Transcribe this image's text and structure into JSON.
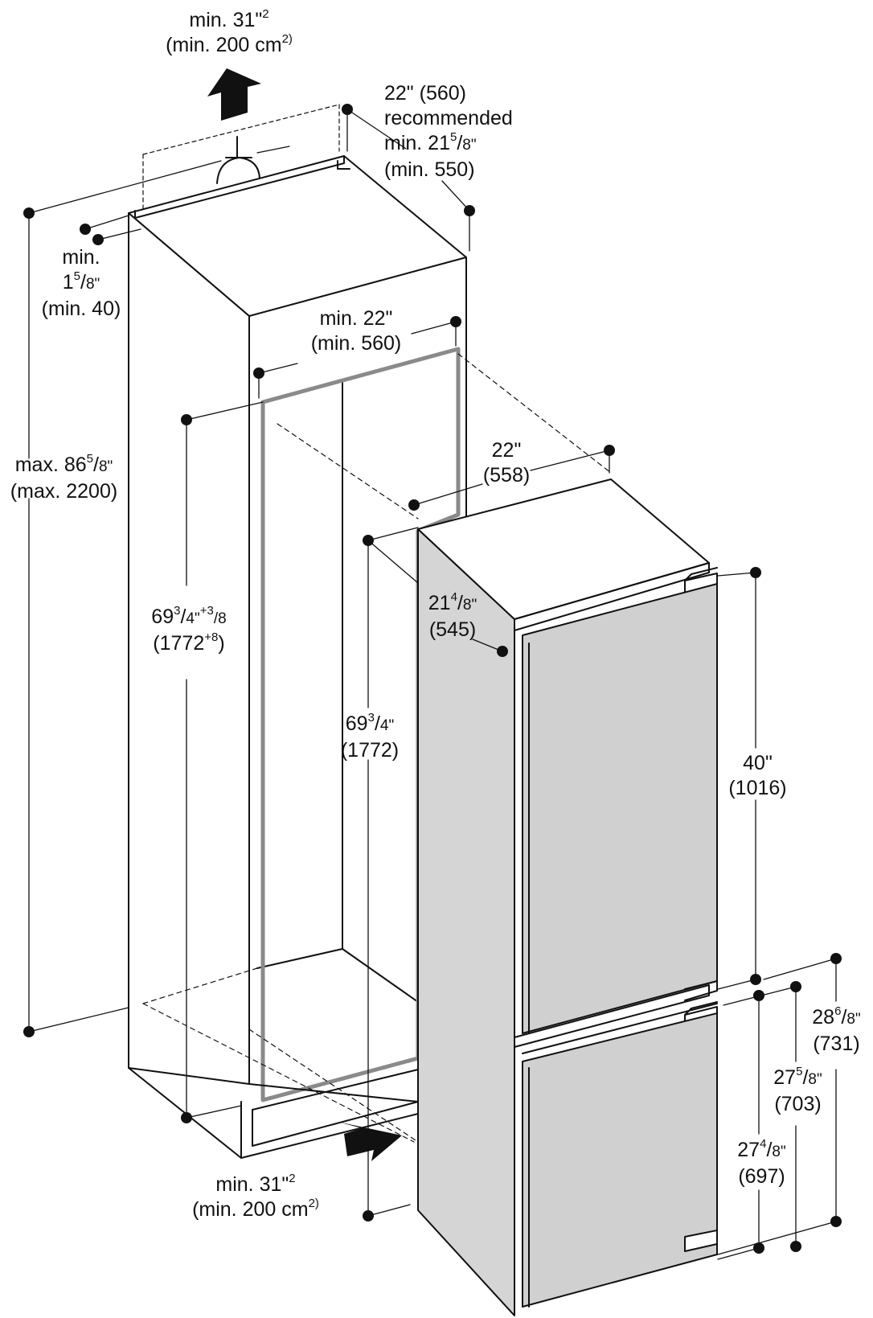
{
  "diagram": {
    "colors": {
      "line": "#111111",
      "panel": "#cfcfcf",
      "panel_side": "#d5d5d5",
      "opening_frame": "#8a8a8a",
      "arrow": "#111111"
    },
    "labels": {
      "vent_top": {
        "l1": "min. 31\"",
        "l1_sup": "2",
        "l2": "(min. 200 cm",
        "l2_sup": "2)"
      },
      "depth_niche": {
        "l1": "22\" (560)",
        "l2": "recommended",
        "l3_pre": "min. 21",
        "l3_num": "5",
        "l3_mid": "/",
        "l3_den": "8\"",
        "l4": "(min. 550)"
      },
      "gap_top": {
        "l1": "min.",
        "l2_pre": "1",
        "l2_num": "5",
        "l2_mid": "/",
        "l2_den": "8\"",
        "l3": "(min. 40)"
      },
      "max_height": {
        "l1_pre": "max. 86",
        "l1_num": "5",
        "l1_mid": "/",
        "l1_den": "8\"",
        "l2": "(max. 2200)"
      },
      "niche_width": {
        "l1": "min. 22\"",
        "l2": "(min. 560)"
      },
      "niche_height": {
        "l1_pre": "69",
        "l1_num": "3",
        "l1_mid": "/",
        "l1_den": "4\"",
        "l1_tol": "+3",
        "l1_tol2": "/8",
        "l2_pre": "(1772",
        "l2_sup": "+8",
        "l2_post": ")"
      },
      "appliance_width": {
        "l1": "22\"",
        "l2": "(558)"
      },
      "appliance_depth": {
        "l1_pre": "21",
        "l1_num": "4",
        "l1_mid": "/",
        "l1_den": "8\"",
        "l2": "(545)"
      },
      "appliance_height": {
        "l1_pre": "69",
        "l1_num": "3",
        "l1_mid": "/",
        "l1_den": "4\"",
        "l2": "(1772)"
      },
      "upper_door": {
        "l1": "40\"",
        "l2": "(1016)"
      },
      "dim_731": {
        "l1_pre": "28",
        "l1_num": "6",
        "l1_mid": "/",
        "l1_den": "8\"",
        "l2": "(731)"
      },
      "dim_703": {
        "l1_pre": "27",
        "l1_num": "5",
        "l1_mid": "/",
        "l1_den": "8\"",
        "l2": "(703)"
      },
      "dim_697": {
        "l1_pre": "27",
        "l1_num": "4",
        "l1_mid": "/",
        "l1_den": "8\"",
        "l2": "(697)"
      },
      "vent_bottom": {
        "l1": "min. 31\"",
        "l1_sup": "2",
        "l2": "(min. 200 cm",
        "l2_sup": "2)"
      }
    }
  }
}
